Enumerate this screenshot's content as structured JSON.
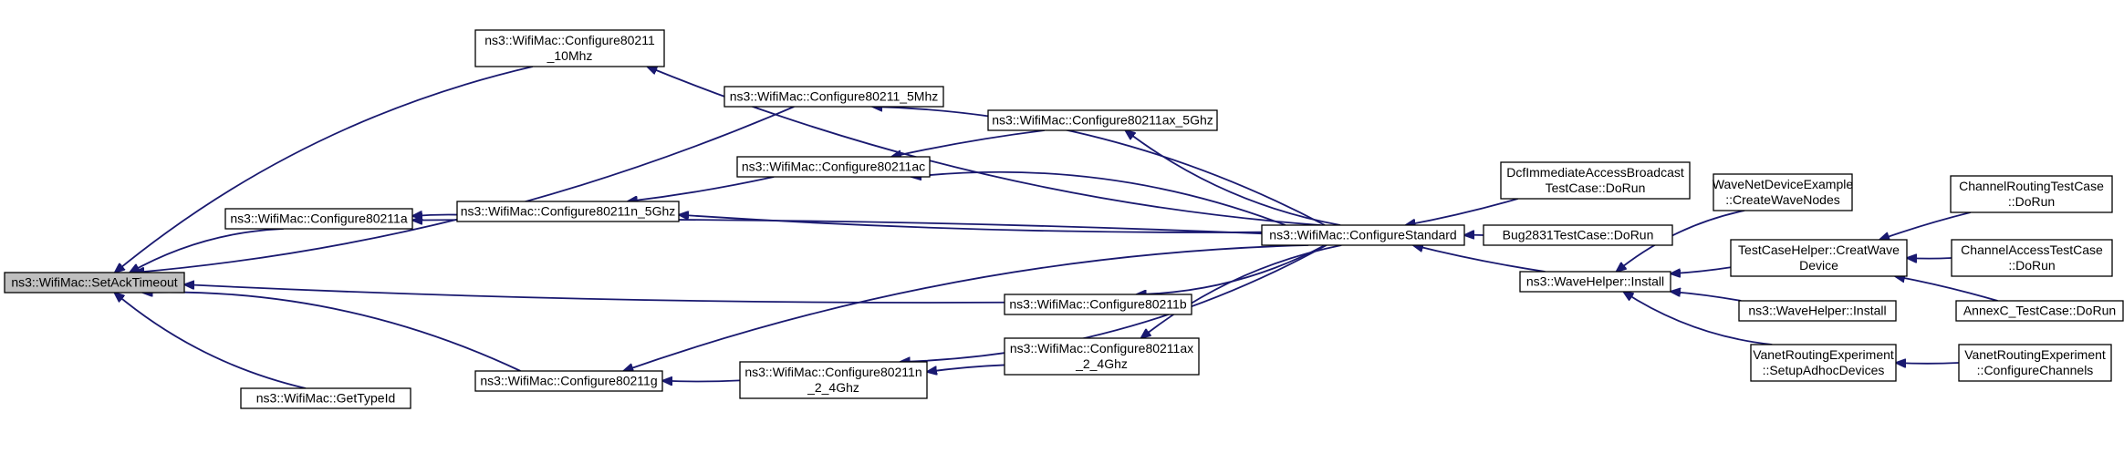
{
  "graph": {
    "edge_color": "#191970",
    "focus_fill": "#bfbfbf",
    "nodes": [
      {
        "id": "setack",
        "lines": [
          "ns3::WifiMac::SetAckTimeout"
        ],
        "focus": true
      },
      {
        "id": "c10",
        "lines": [
          "ns3::WifiMac::Configure80211",
          "_10Mhz"
        ]
      },
      {
        "id": "c5",
        "lines": [
          "ns3::WifiMac::Configure80211_5Mhz"
        ]
      },
      {
        "id": "cax5",
        "lines": [
          "ns3::WifiMac::Configure80211ax_5Ghz"
        ]
      },
      {
        "id": "cac",
        "lines": [
          "ns3::WifiMac::Configure80211ac"
        ]
      },
      {
        "id": "cn5",
        "lines": [
          "ns3::WifiMac::Configure80211n_5Ghz"
        ]
      },
      {
        "id": "ca",
        "lines": [
          "ns3::WifiMac::Configure80211a"
        ]
      },
      {
        "id": "cb",
        "lines": [
          "ns3::WifiMac::Configure80211b"
        ]
      },
      {
        "id": "cax24",
        "lines": [
          "ns3::WifiMac::Configure80211ax",
          "_2_4Ghz"
        ]
      },
      {
        "id": "cg",
        "lines": [
          "ns3::WifiMac::Configure80211g"
        ]
      },
      {
        "id": "cn24",
        "lines": [
          "ns3::WifiMac::Configure80211n",
          "_2_4Ghz"
        ]
      },
      {
        "id": "gettype",
        "lines": [
          "ns3::WifiMac::GetTypeId"
        ]
      },
      {
        "id": "cstd",
        "lines": [
          "ns3::WifiMac::ConfigureStandard"
        ]
      },
      {
        "id": "dcf",
        "lines": [
          "DcfImmediateAccessBroadcast",
          "TestCase::DoRun"
        ]
      },
      {
        "id": "bug",
        "lines": [
          "Bug2831TestCase::DoRun"
        ]
      },
      {
        "id": "wave",
        "lines": [
          "ns3::WaveHelper::Install"
        ]
      },
      {
        "id": "wndex",
        "lines": [
          "WaveNetDeviceExample",
          "::CreateWaveNodes"
        ]
      },
      {
        "id": "tch",
        "lines": [
          "TestCaseHelper::CreatWave",
          "Device"
        ]
      },
      {
        "id": "wave2",
        "lines": [
          "ns3::WaveHelper::Install"
        ]
      },
      {
        "id": "vre",
        "lines": [
          "VanetRoutingExperiment",
          "::SetupAdhocDevices"
        ]
      },
      {
        "id": "crt",
        "lines": [
          "ChannelRoutingTestCase",
          "::DoRun"
        ]
      },
      {
        "id": "cat",
        "lines": [
          "ChannelAccessTestCase",
          "::DoRun"
        ]
      },
      {
        "id": "annex",
        "lines": [
          "AnnexC_TestCase::DoRun"
        ]
      },
      {
        "id": "vrecc",
        "lines": [
          "VanetRoutingExperiment",
          "::ConfigureChannels"
        ]
      }
    ],
    "edges": [
      [
        "c10",
        "setack"
      ],
      [
        "c5",
        "setack"
      ],
      [
        "ca",
        "setack"
      ],
      [
        "cb",
        "setack"
      ],
      [
        "cg",
        "setack"
      ],
      [
        "gettype",
        "setack"
      ],
      [
        "cn5",
        "ca"
      ],
      [
        "cac",
        "cn5"
      ],
      [
        "cax5",
        "cac"
      ],
      [
        "cn24",
        "cg"
      ],
      [
        "cax24",
        "cn24"
      ],
      [
        "cstd",
        "c10"
      ],
      [
        "cstd",
        "c5"
      ],
      [
        "cstd",
        "cax5"
      ],
      [
        "cstd",
        "cac"
      ],
      [
        "cstd",
        "cn5"
      ],
      [
        "cstd",
        "ca"
      ],
      [
        "cstd",
        "cb"
      ],
      [
        "cstd",
        "cax24"
      ],
      [
        "cstd",
        "cn24"
      ],
      [
        "cstd",
        "cg"
      ],
      [
        "dcf",
        "cstd"
      ],
      [
        "bug",
        "cstd"
      ],
      [
        "wave",
        "cstd"
      ],
      [
        "wndex",
        "wave"
      ],
      [
        "tch",
        "wave"
      ],
      [
        "wave2",
        "wave"
      ],
      [
        "vre",
        "wave"
      ],
      [
        "crt",
        "tch"
      ],
      [
        "cat",
        "tch"
      ],
      [
        "annex",
        "tch"
      ],
      [
        "vrecc",
        "vre"
      ]
    ]
  }
}
